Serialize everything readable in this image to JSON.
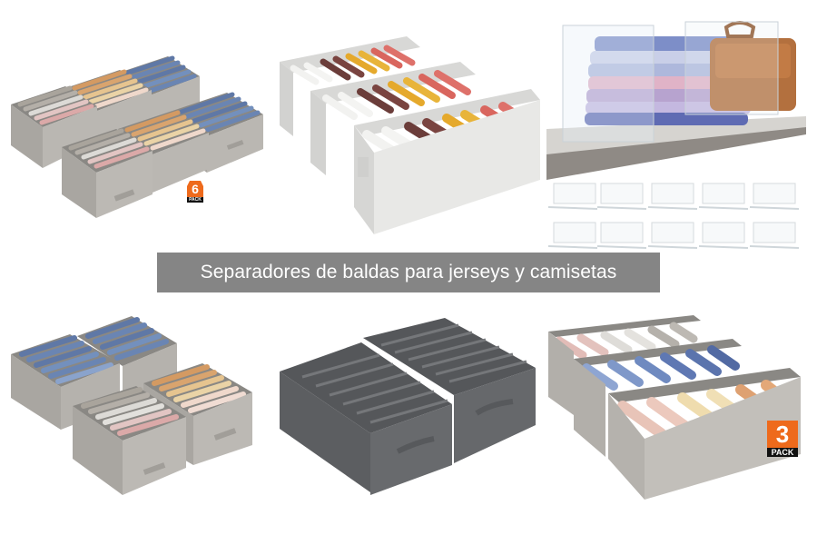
{
  "banner": {
    "title": "Separadores de baldas para jerseys y camisetas"
  },
  "products": [
    {
      "name": "gray-fabric-organizer-6-pack",
      "badge_number": "6",
      "badge_text": "PACK",
      "badge_color": "#ee6a1c"
    },
    {
      "name": "white-fabric-organizer-3-boxes"
    },
    {
      "name": "acrylic-shelf-dividers",
      "count": 10
    },
    {
      "name": "gray-fabric-organizer-4-boxes"
    },
    {
      "name": "dark-gray-divider-boxes-2"
    },
    {
      "name": "gray-fabric-organizer-3-pack",
      "badge_number": "3",
      "badge_text": "PACK",
      "badge_color": "#ee6a1c"
    }
  ],
  "colors": {
    "banner_bg": "#858585",
    "banner_text": "#ffffff",
    "box_gray": "#b9b6b1",
    "box_dark": "#5f6063",
    "box_white": "#e6e6e4"
  }
}
